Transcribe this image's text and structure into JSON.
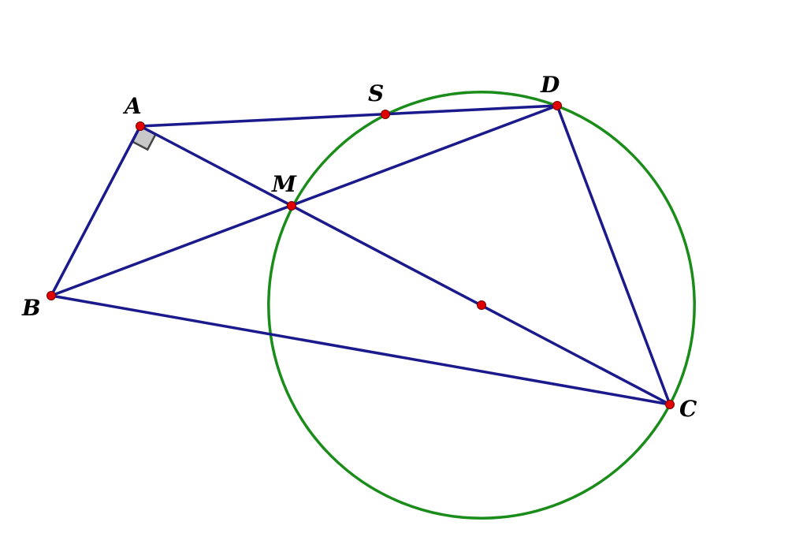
{
  "colors": {
    "segment": "#1a1a8c",
    "circle": "#1a8c1a",
    "point": "#e00000",
    "right_angle_fill": "#c8c8c8",
    "right_angle_stroke": "#444444"
  },
  "points": [
    {
      "id": "A",
      "label": "A"
    },
    {
      "id": "B",
      "label": "B"
    },
    {
      "id": "C",
      "label": "C"
    },
    {
      "id": "D",
      "label": "D"
    },
    {
      "id": "M",
      "label": "M"
    },
    {
      "id": "S",
      "label": "S"
    },
    {
      "id": "O",
      "label": ""
    }
  ],
  "segments": [
    [
      "A",
      "D"
    ],
    [
      "A",
      "B"
    ],
    [
      "B",
      "C"
    ],
    [
      "C",
      "D"
    ],
    [
      "A",
      "C"
    ],
    [
      "B",
      "D"
    ]
  ],
  "circle": {
    "center": "O",
    "through": "C"
  },
  "right_angle_at": "A"
}
